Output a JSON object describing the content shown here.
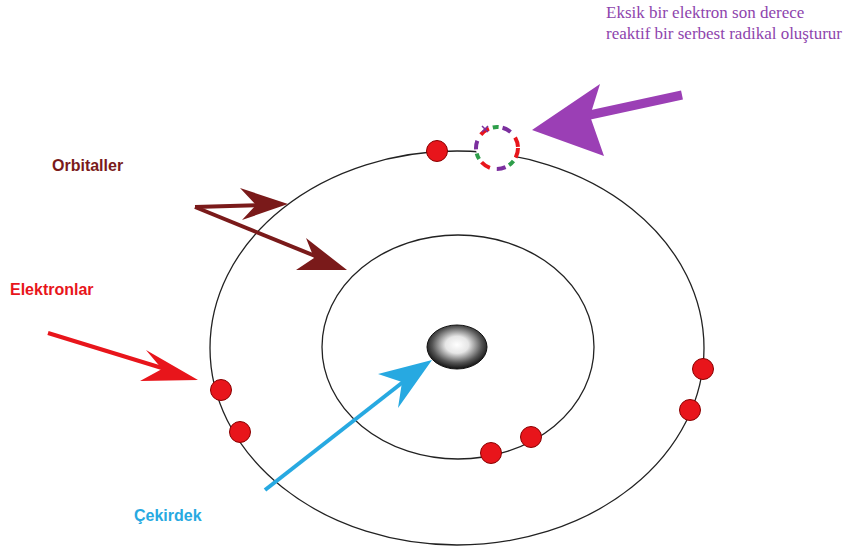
{
  "diagram": {
    "labels": [
      "Eksik bir elektron son derece reaktif bir serbest radikal oluşturur",
      "Orbitaller",
      "Elektronlar",
      "Çekirdek"
    ]
  }
}
